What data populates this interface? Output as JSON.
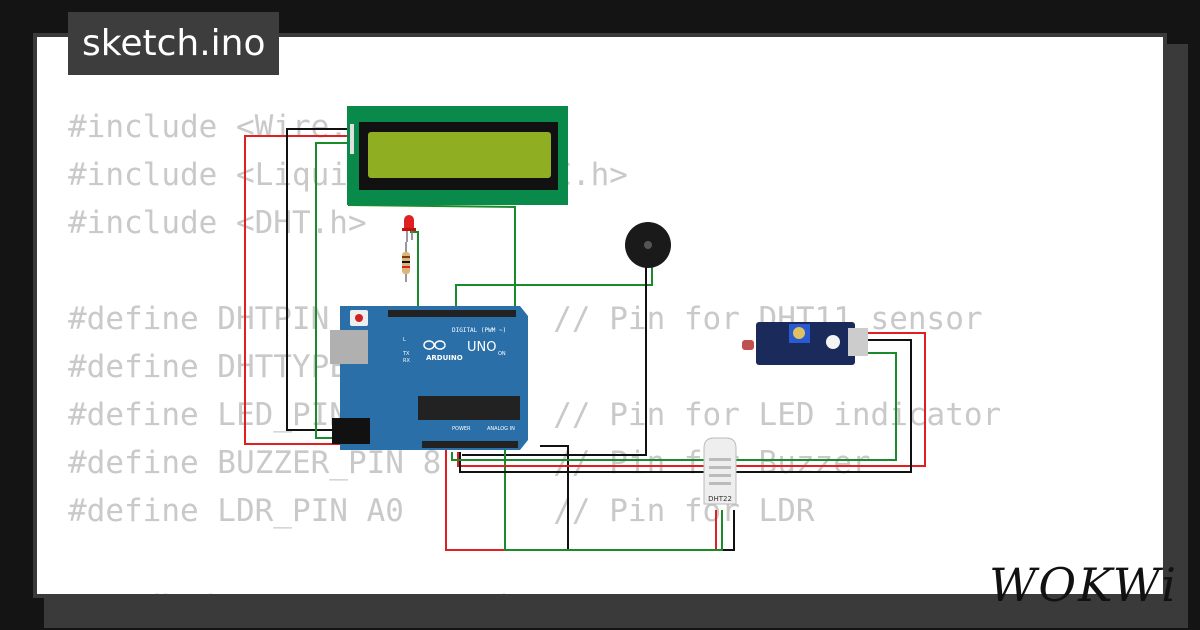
{
  "tab": {
    "filename": "sketch.ino"
  },
  "code_lines": [
    "#include <Wire.h>",
    "#include <LiquidCrystal_I2C.h>",
    "#include <DHT.h>",
    "",
    "#define DHTPIN 2          // Pin for DHT11 sensor",
    "#define DHTTYPE DHT11",
    "#define LED_PIN 7         // Pin for LED indicator",
    "#define BUZZER_PIN 8      // Pin for Buzzer",
    "#define LDR_PIN A0        // Pin for LDR",
    "",
    "DHT dht(DHTPIN, DHTTYPE);"
  ],
  "board": {
    "model": "UNO",
    "brand": "ARDUINO",
    "digital_label": "DIGITAL (PWM ~)",
    "analog_label": "ANALOG IN",
    "power_label": "POWER",
    "on_label": "ON",
    "tx": "TX",
    "rx": "RX",
    "l": "L"
  },
  "dht": {
    "label": "DHT22"
  },
  "brand": "WOKWi",
  "colors": {
    "background": "#141414",
    "card": "#ffffff",
    "code": "#c9c9c9",
    "board": "#2a6fa8",
    "lcd_pcb": "#0a8a4a",
    "lcd_screen": "#8fae22",
    "wire_red": "#e02020",
    "wire_black": "#111111",
    "wire_green": "#1a8a2a"
  },
  "icons": {
    "buzzer": "buzzer-icon",
    "led": "led-icon",
    "resistor": "resistor-icon"
  }
}
